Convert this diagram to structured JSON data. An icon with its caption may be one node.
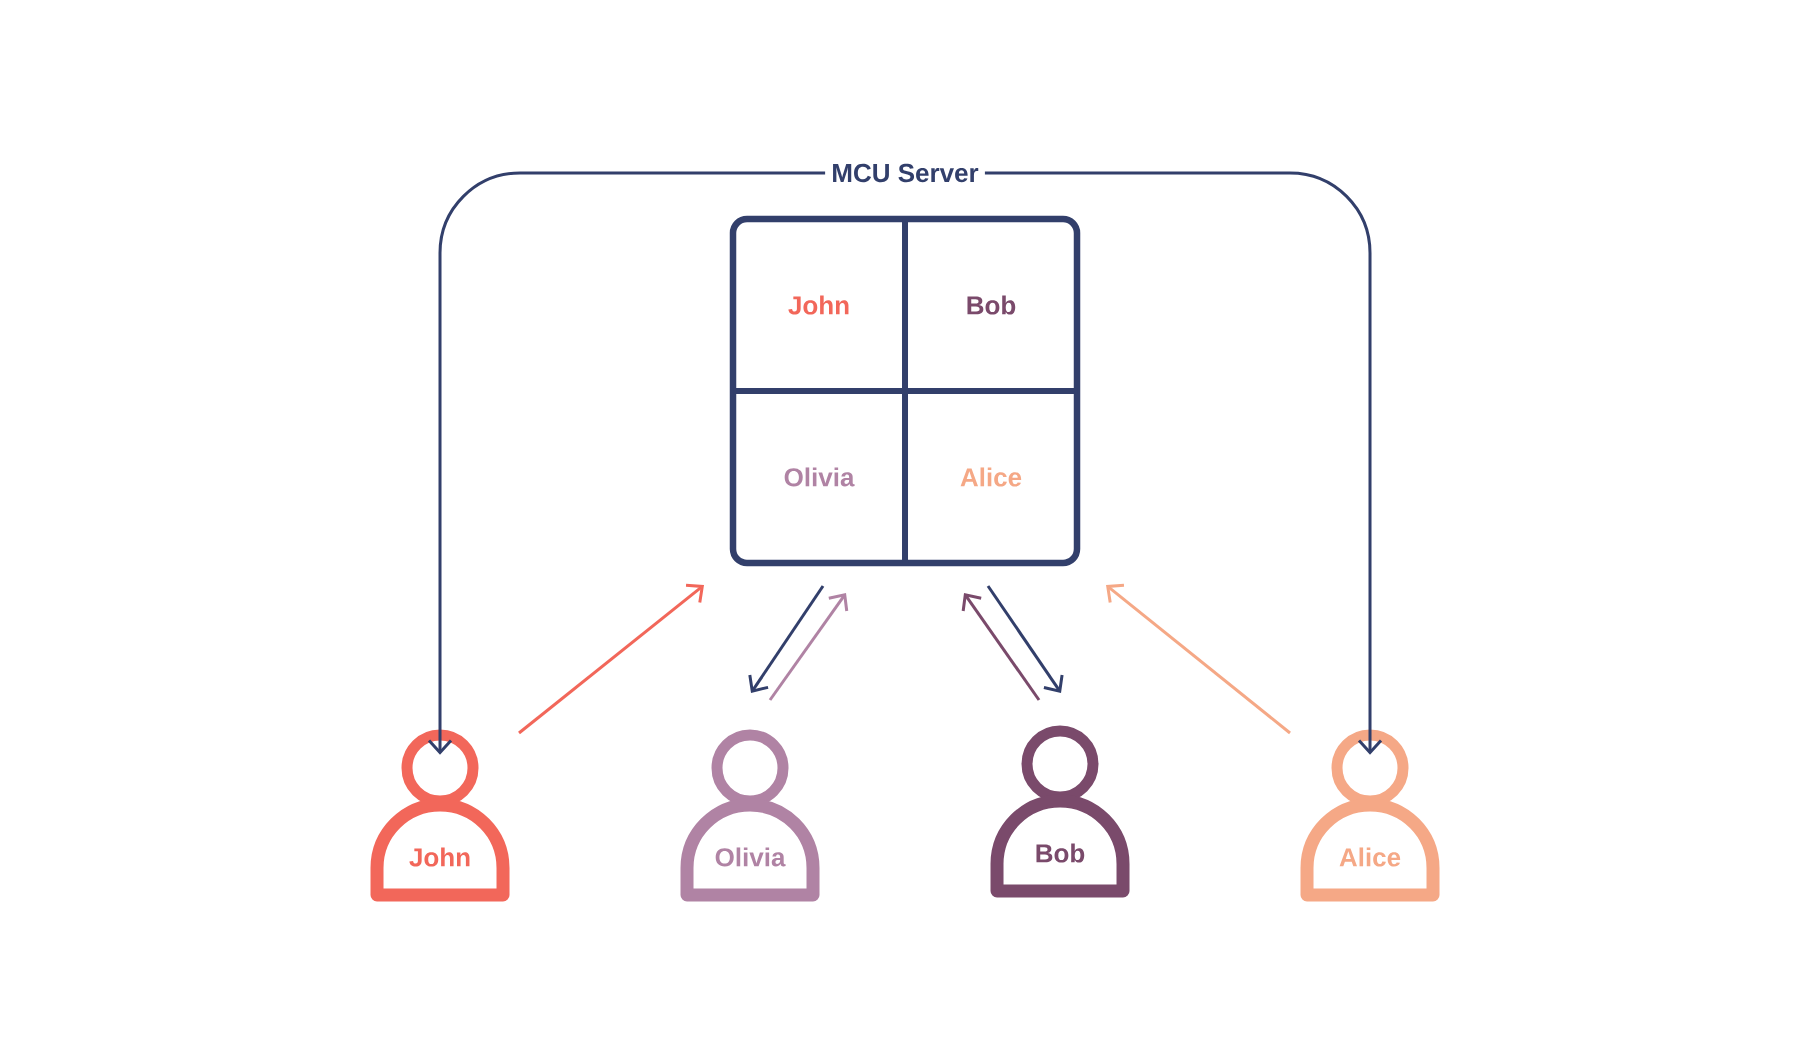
{
  "diagram": {
    "nodes": [
      {
        "text": [
          "MCU Server"
        ]
      },
      {
        "text": [
          "John"
        ],
        "in": 0
      },
      {
        "text": [
          "Bob"
        ],
        "in": 0
      },
      {
        "text": [
          "Olivia"
        ],
        "in": 0
      },
      {
        "text": [
          "Alice"
        ],
        "in": 0
      },
      {
        "text": [
          "John"
        ]
      },
      {
        "text": [
          "Olivia"
        ]
      },
      {
        "text": [
          "Bob"
        ]
      },
      {
        "text": [
          "Alice"
        ]
      }
    ],
    "edges": [
      {
        "from": 0,
        "to": 5,
        "arrow": "to",
        "color": "#323f6b"
      },
      {
        "from": 0,
        "to": 8,
        "arrow": "to",
        "color": "#323f6b"
      },
      {
        "from": 5,
        "to": 0,
        "arrow": "to",
        "color": "#f2675a"
      },
      {
        "from": 0,
        "to": 6,
        "arrow": "to",
        "color": "#323f6b"
      },
      {
        "from": 6,
        "to": 0,
        "arrow": "to",
        "color": "#b083a4"
      },
      {
        "from": 7,
        "to": 0,
        "arrow": "to",
        "color": "#7a4a6b"
      },
      {
        "from": 0,
        "to": 7,
        "arrow": "to",
        "color": "#323f6b"
      },
      {
        "from": 8,
        "to": 0,
        "arrow": "to",
        "color": "#f5a886"
      }
    ]
  }
}
